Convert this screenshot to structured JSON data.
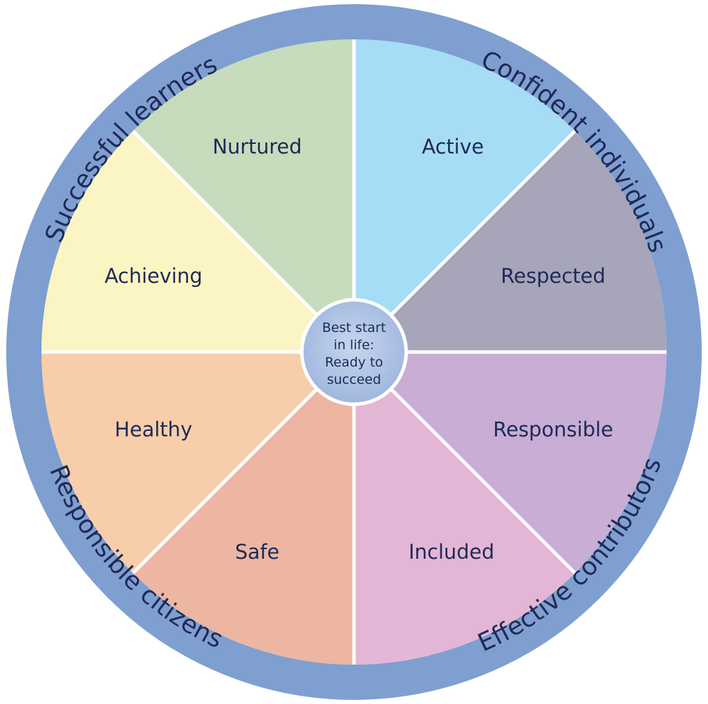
{
  "hub": {
    "lines": [
      "Best start",
      "in life:",
      "Ready to",
      "succeed"
    ]
  },
  "segments": [
    {
      "label": "Active",
      "color": "#a6dcf6"
    },
    {
      "label": "Respected",
      "color": "#a7a5b9"
    },
    {
      "label": "Responsible",
      "color": "#c8add4"
    },
    {
      "label": "Included",
      "color": "#e4b6d6"
    },
    {
      "label": "Safe",
      "color": "#ecb6a3"
    },
    {
      "label": "Healthy",
      "color": "#f8cdaa"
    },
    {
      "label": "Achieving",
      "color": "#fbf5c3"
    },
    {
      "label": "Nurtured",
      "color": "#c6dcbc"
    }
  ],
  "outcomes": [
    {
      "label": "Confident individuals"
    },
    {
      "label": "Effective contributors"
    },
    {
      "label": "Responsible citizens"
    },
    {
      "label": "Successful learners"
    }
  ],
  "colors": {
    "ring": "#7f9fd0",
    "text": "#1e2a55",
    "divider": "#ffffff"
  }
}
